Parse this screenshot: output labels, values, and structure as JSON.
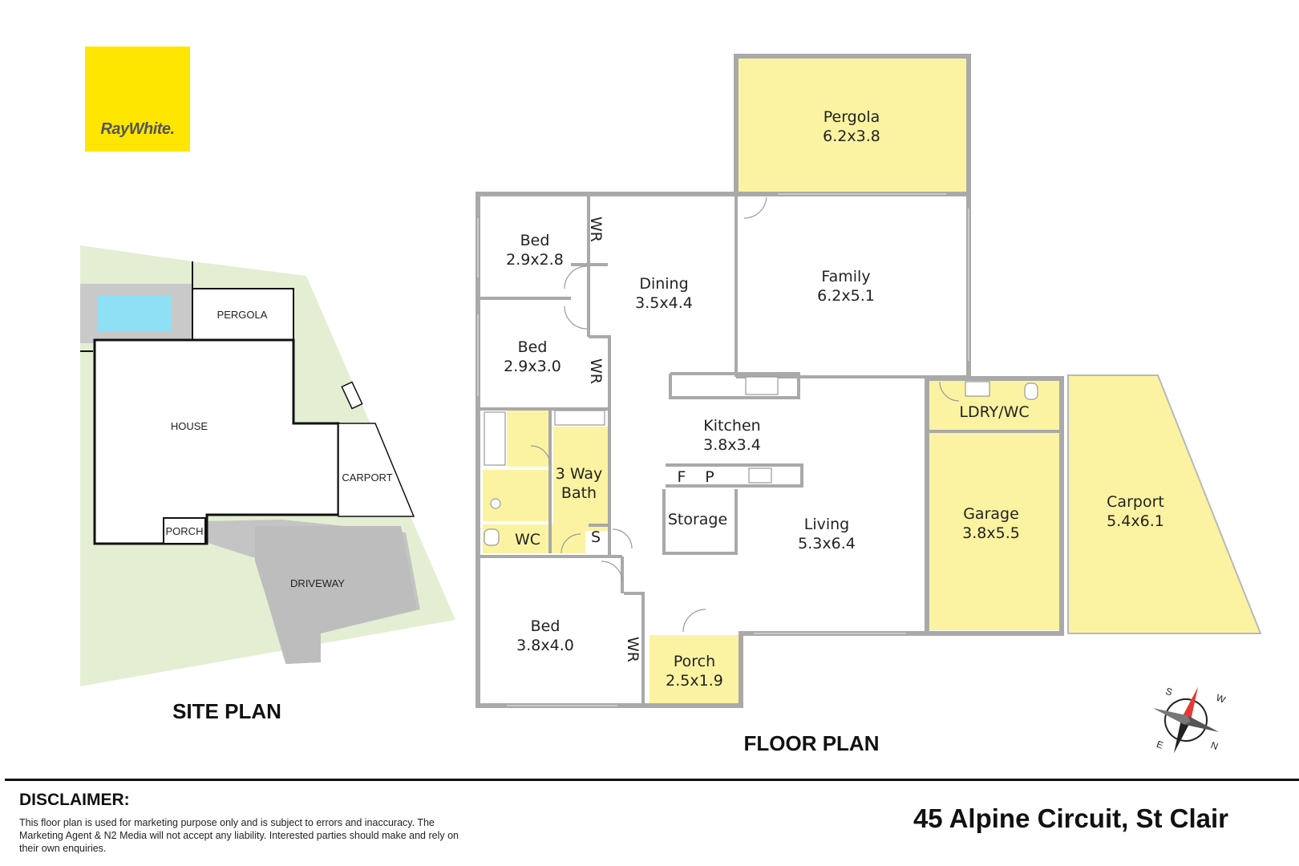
{
  "brand": {
    "logo_text": "RayWhite."
  },
  "colors": {
    "highlight": "#fbf3a1",
    "wall": "#a9a9a9",
    "grass": "#e4eed3",
    "pool": "#8fe0f5",
    "driveway": "#c4c4c4",
    "brand_yellow": "#ffe600"
  },
  "site_plan": {
    "title": "SITE PLAN",
    "labels": {
      "pergola": "PERGOLA",
      "house": "HOUSE",
      "carport": "CARPORT",
      "porch": "PORCH",
      "driveway": "DRIVEWAY"
    }
  },
  "floor_plan": {
    "title": "FLOOR PLAN",
    "rooms": {
      "pergola": {
        "name": "Pergola",
        "size": "6.2x3.8"
      },
      "bed1": {
        "name": "Bed",
        "size": "2.9x2.8"
      },
      "bed2": {
        "name": "Bed",
        "size": "2.9x3.0"
      },
      "bed3": {
        "name": "Bed",
        "size": "3.8x4.0"
      },
      "dining": {
        "name": "Dining",
        "size": "3.5x4.4"
      },
      "family": {
        "name": "Family",
        "size": "6.2x5.1"
      },
      "kitchen": {
        "name": "Kitchen",
        "size": "3.8x3.4"
      },
      "living": {
        "name": "Living",
        "size": "5.3x6.4"
      },
      "garage": {
        "name": "Garage",
        "size": "3.8x5.5"
      },
      "carport": {
        "name": "Carport",
        "size": "5.4x6.1"
      },
      "porch": {
        "name": "Porch",
        "size": "2.5x1.9"
      },
      "bath": {
        "name": "3 Way",
        "size": "Bath"
      },
      "laundry": {
        "name": "LDRY/WC"
      },
      "wc": {
        "name": "WC"
      },
      "storage": {
        "name": "Storage"
      }
    },
    "small_labels": {
      "wr": "WR",
      "s": "S",
      "f": "F",
      "p": "P"
    },
    "compass": {
      "s": "S",
      "w": "W",
      "n": "N",
      "e": "E"
    }
  },
  "disclaimer": {
    "title": "DISCLAIMER:",
    "text": "This floor plan is used for marketing purpose only and is subject to errors and inaccuracy. The Marketing Agent & N2 Media will not accept any liability. Interested parties should make and rely on their own enquiries."
  },
  "address": "45 Alpine Circuit, St Clair"
}
